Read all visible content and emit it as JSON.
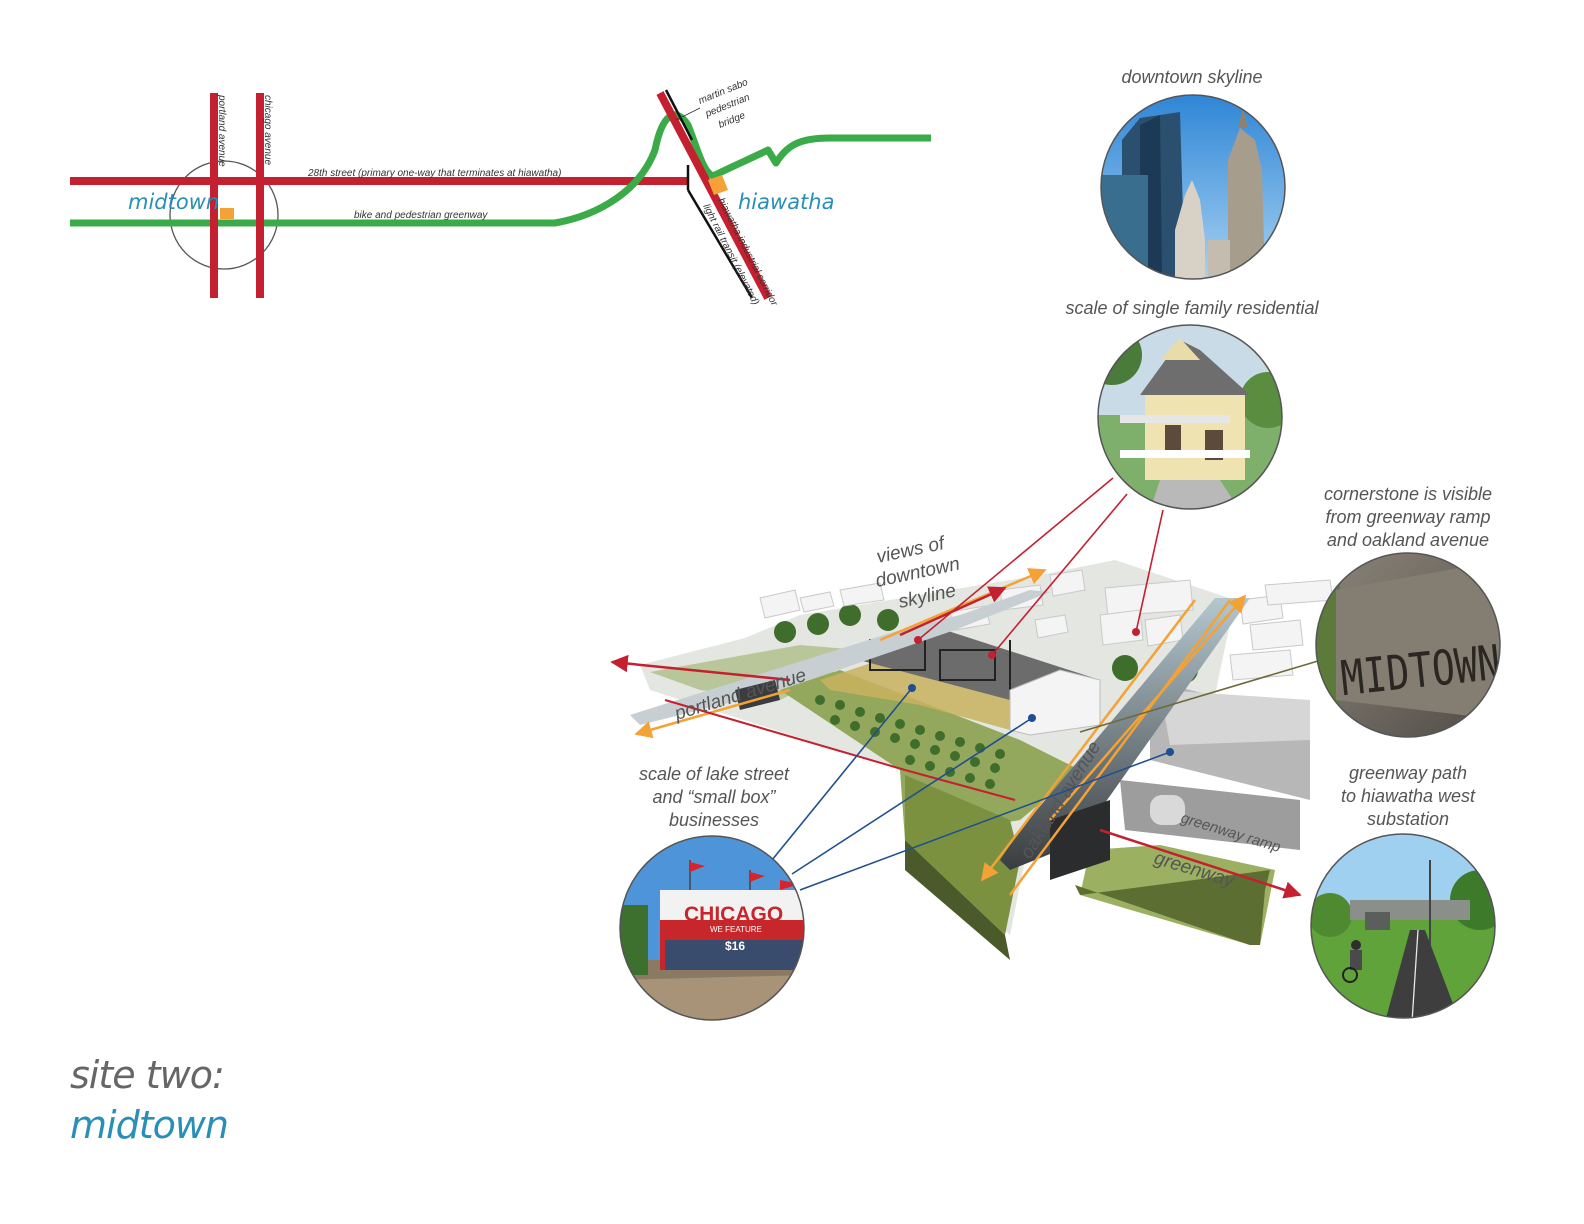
{
  "colors": {
    "road": "#c4202f",
    "greenway": "#3aab48",
    "transit": "#111111",
    "accent_blue": "#2a8fb6",
    "orange": "#f4a235",
    "leader_red": "#c4202f",
    "leader_blue": "#1f4f8e",
    "leader_olive": "#6d6a3a",
    "text_gray": "#555555"
  },
  "map": {
    "labels": {
      "portland_avenue": "portland avenue",
      "chicago_avenue": "chicago avenue",
      "street_28th": "28th street (primary one-way that terminates at hiawatha)",
      "greenway": "bike and pedestrian greenway",
      "midtown": "midtown",
      "hiawatha": "hiawatha",
      "sabo_line_1": "martin sabo",
      "sabo_line_2": "pedestrian",
      "sabo_line_3": "bridge",
      "industrial_corridor": "hiawatha industrial corridor",
      "light_rail": "light rail transit (elevated)"
    }
  },
  "aerial": {
    "labels": {
      "views_line_1": "views of",
      "views_line_2": "downtown",
      "views_line_3": "skyline",
      "portland_avenue": "portland avenue",
      "oakland_avenue": "oakland avenue",
      "greenway_ramp": "greenway ramp",
      "greenway": "greenway"
    }
  },
  "callouts": {
    "skyline": [
      "downtown skyline"
    ],
    "residential": [
      "scale of single family residential"
    ],
    "cornerstone": [
      "cornerstone is visible",
      "from greenway ramp",
      "and oakland avenue"
    ],
    "lake_street": [
      "scale of lake street",
      "and “small box”",
      "businesses"
    ],
    "greenway_path": [
      "greenway path",
      "to hiawatha west",
      "substation"
    ]
  },
  "photos": {
    "cornerstone_sign": "MIDTOWN",
    "chicago_sign": "CHICAGO",
    "chicago_subsign": "WE FEATURE",
    "chicago_price": "$16"
  },
  "title": {
    "line1": "site two:",
    "line2": "midtown"
  }
}
